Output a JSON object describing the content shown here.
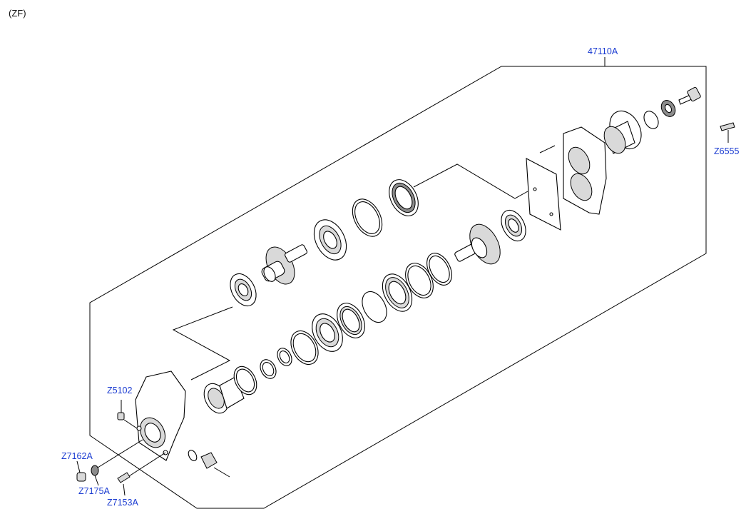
{
  "variant_label": "(ZF)",
  "callouts": [
    {
      "id": "47110A",
      "text": "47110A"
    },
    {
      "id": "Z6555",
      "text": "Z6555"
    },
    {
      "id": "Z5102",
      "text": "Z5102"
    },
    {
      "id": "Z7162A",
      "text": "Z7162A"
    },
    {
      "id": "Z7175A",
      "text": "Z7175A"
    },
    {
      "id": "Z7153A",
      "text": "Z7153A"
    }
  ],
  "colors": {
    "callout": "#1a3bd1",
    "line": "#000000",
    "background": "#ffffff"
  }
}
